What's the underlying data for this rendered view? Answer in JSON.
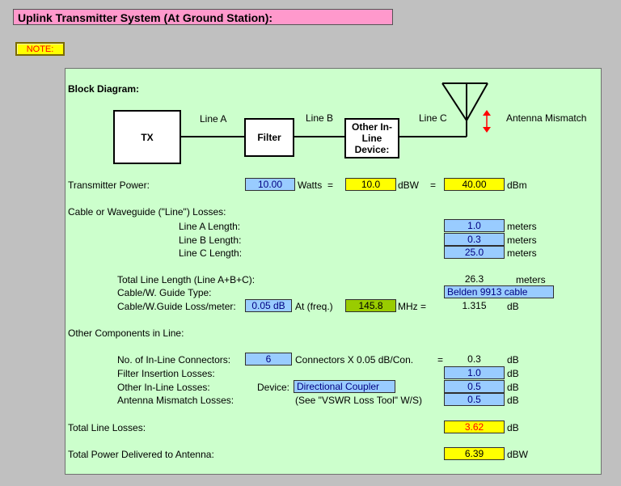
{
  "title": "Uplink Transmitter System (At Ground Station):",
  "note_label": "NOTE:",
  "block_diagram": {
    "heading": "Block Diagram:",
    "tx": "TX",
    "filter": "Filter",
    "device": "Other In-Line Device:",
    "line_a": "Line A",
    "line_b": "Line B",
    "line_c": "Line C",
    "antenna_mismatch": "Antenna Mismatch"
  },
  "power": {
    "label": "Transmitter Power:",
    "watts": "10.00",
    "watts_unit": "Watts",
    "eq1": "=",
    "dbw": "10.0",
    "dbw_unit": "dBW",
    "eq2": "=",
    "dbm": "40.00",
    "dbm_unit": "dBm"
  },
  "cable": {
    "heading": "Cable or Waveguide (\"Line\") Losses:",
    "line_a_label": "Line A Length:",
    "line_a": "1.0",
    "line_b_label": "Line B Length:",
    "line_b": "0.3",
    "line_c_label": "Line C Length:",
    "line_c": "25.0",
    "meters": "meters",
    "total_label": "Total Line Length (Line A+B+C):",
    "total": "26.3",
    "type_label": "Cable/W. Guide Type:",
    "type": "Belden 9913 cable",
    "loss_label": "Cable/W.Guide Loss/meter:",
    "loss_per_m": "0.05 dB",
    "at_freq": "At (freq.)",
    "freq": "145.8",
    "mhz": "MHz =",
    "loss_total": "1.315",
    "db": "dB"
  },
  "components": {
    "heading": "Other Components in Line:",
    "connectors_label": "No. of In-Line Connectors:",
    "connectors": "6",
    "connectors_text": "Connectors  X  0.05 dB/Con.",
    "eq": "=",
    "connectors_loss": "0.3",
    "filter_label": "Filter Insertion Losses:",
    "filter_loss": "1.0",
    "other_label": "Other In-Line Losses:",
    "device_label": "Device:",
    "device": "Directional Coupler",
    "other_loss": "0.5",
    "mismatch_label": "Antenna Mismatch Losses:",
    "mismatch_note": "(See \"VSWR Loss Tool\" W/S)",
    "mismatch_loss": "0.5",
    "db": "dB"
  },
  "totals": {
    "line_losses_label": "Total Line Losses:",
    "line_losses": "3.62",
    "line_losses_unit": "dB",
    "delivered_label": "Total Power Delivered to Antenna:",
    "delivered": "6.39",
    "delivered_unit": "dBW"
  },
  "colors": {
    "title_bg": "#ff99cc",
    "panel_bg": "#ccffcc",
    "input_blue": "#99ccff",
    "result_yellow": "#ffff00",
    "freq_green": "#99cc00",
    "accent_red": "#ff0000"
  }
}
